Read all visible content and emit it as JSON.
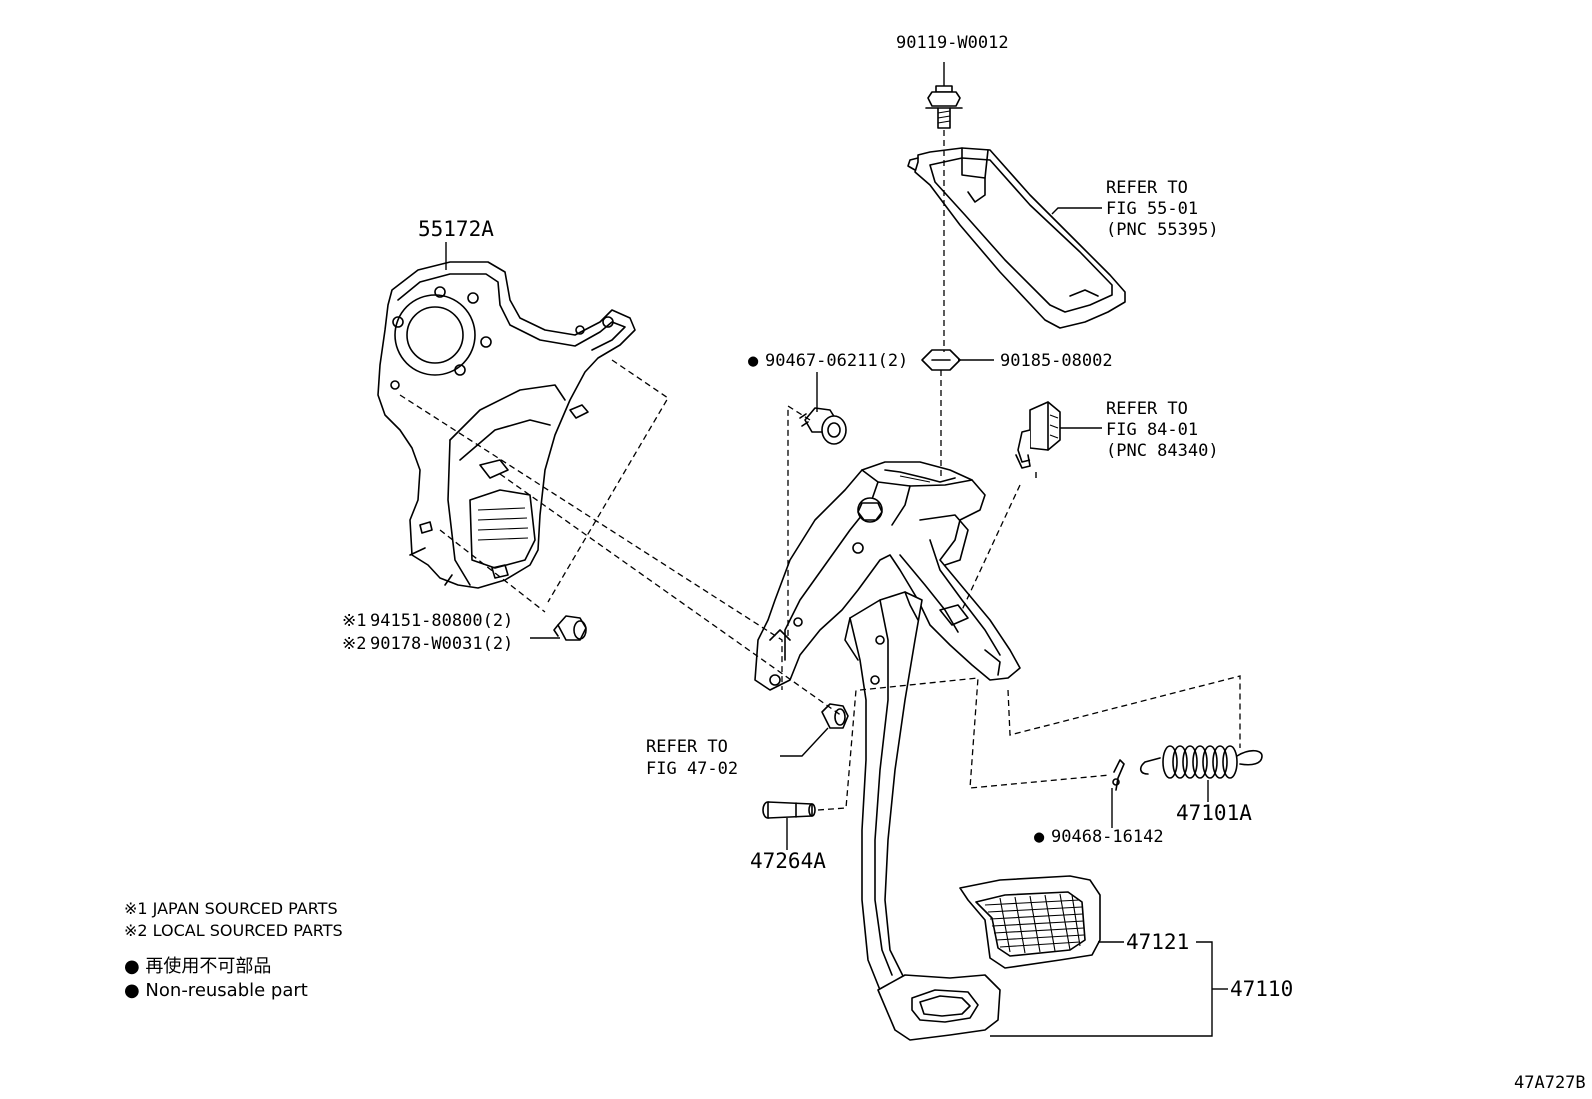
{
  "labels": {
    "bolt_top": "90119-W0012",
    "bracket": "55172A",
    "refer_55_line1": "REFER TO",
    "refer_55_line2": "FIG 55-01",
    "refer_55_line3": "(PNC 55395)",
    "clip": "90185-08002",
    "cushion_prefix": "●",
    "cushion": "90467-06211(2)",
    "refer_84_line1": "REFER TO",
    "refer_84_line2": "FIG 84-01",
    "refer_84_line3": "(PNC 84340)",
    "nut_mark1": "※1",
    "nut1": "94151-80800(2)",
    "nut_mark2": "※2",
    "nut2": "90178-W0031(2)",
    "refer_47_line1": "REFER TO",
    "refer_47_line2": "FIG 47-02",
    "spring": "47101A",
    "pin_prefix": "●",
    "clip_pin": "90468-16142",
    "pin": "47264A",
    "pad": "47121",
    "pedal": "47110",
    "figure_code": "47A727B"
  },
  "notes": {
    "note1": "※1 JAPAN SOURCED PARTS",
    "note2": "※2 LOCAL SOURCED PARTS",
    "legend_jp": "● 再使用不可部品",
    "legend_en": "● Non-reusable part"
  }
}
